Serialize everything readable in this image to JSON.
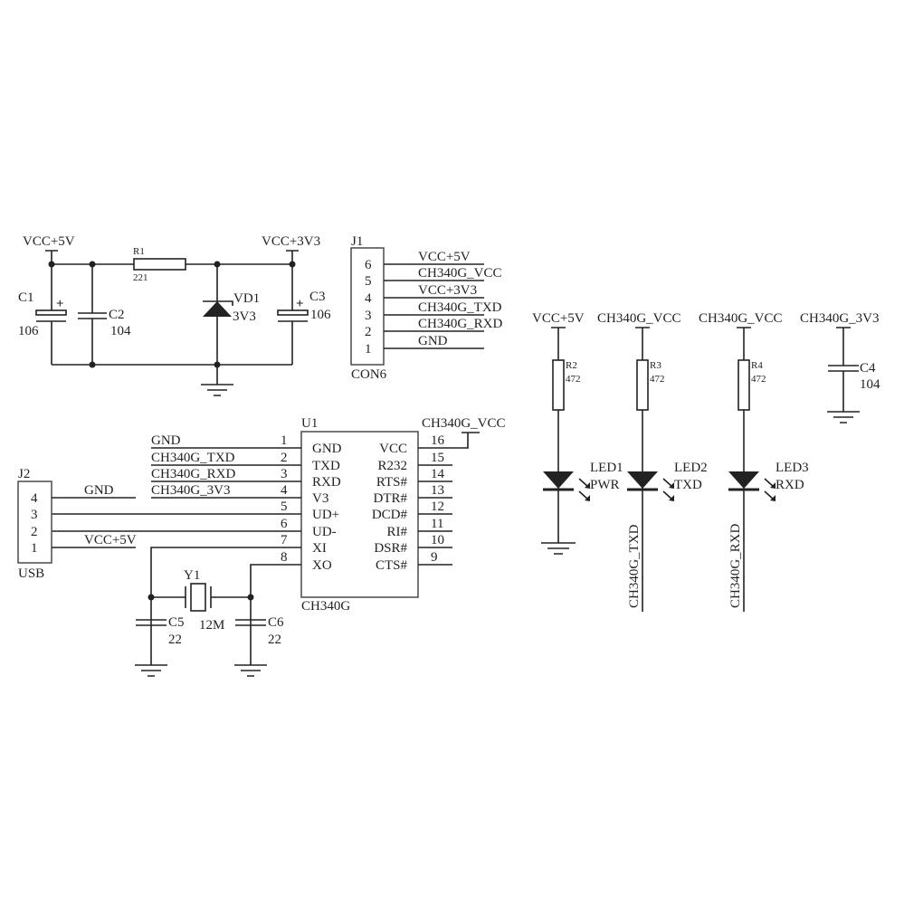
{
  "power": {
    "vcc5v": "VCC+5V",
    "vcc3v3": "VCC+3V3",
    "r1": {
      "ref": "R1",
      "value": "221"
    },
    "c1": {
      "ref": "C1",
      "value": "106"
    },
    "c2": {
      "ref": "C2",
      "value": "104"
    },
    "c3": {
      "ref": "C3",
      "value": "106"
    },
    "vd1": {
      "ref": "VD1",
      "value": "3V3"
    },
    "plus": "+"
  },
  "j1": {
    "ref": "J1",
    "type": "CON6",
    "pins": [
      {
        "num": "6",
        "net": "VCC+5V"
      },
      {
        "num": "5",
        "net": "CH340G_VCC"
      },
      {
        "num": "4",
        "net": "VCC+3V3"
      },
      {
        "num": "3",
        "net": "CH340G_TXD"
      },
      {
        "num": "2",
        "net": "CH340G_RXD"
      },
      {
        "num": "1",
        "net": "GND"
      }
    ]
  },
  "u1": {
    "ref": "U1",
    "part": "CH340G",
    "vcc_net": "CH340G_VCC",
    "left_pins": [
      {
        "num": "1",
        "name": "GND",
        "net": "GND"
      },
      {
        "num": "2",
        "name": "TXD",
        "net": "CH340G_TXD"
      },
      {
        "num": "3",
        "name": "RXD",
        "net": "CH340G_RXD"
      },
      {
        "num": "4",
        "name": "V3",
        "net": "CH340G_3V3"
      },
      {
        "num": "5",
        "name": "UD+"
      },
      {
        "num": "6",
        "name": "UD-"
      },
      {
        "num": "7",
        "name": "XI"
      },
      {
        "num": "8",
        "name": "XO"
      }
    ],
    "right_pins": [
      {
        "num": "16",
        "name": "VCC"
      },
      {
        "num": "15",
        "name": "R232"
      },
      {
        "num": "14",
        "name": "RTS#"
      },
      {
        "num": "13",
        "name": "DTR#"
      },
      {
        "num": "12",
        "name": "DCD#"
      },
      {
        "num": "11",
        "name": "RI#"
      },
      {
        "num": "10",
        "name": "DSR#"
      },
      {
        "num": "9",
        "name": "CTS#"
      }
    ]
  },
  "j2": {
    "ref": "J2",
    "type": "USB",
    "pins": [
      {
        "num": "4",
        "net": "GND"
      },
      {
        "num": "3",
        "net": ""
      },
      {
        "num": "2",
        "net": ""
      },
      {
        "num": "1",
        "net": "VCC+5V"
      }
    ]
  },
  "crystal": {
    "y1": {
      "ref": "Y1",
      "value": "12M"
    },
    "c5": {
      "ref": "C5",
      "value": "22"
    },
    "c6": {
      "ref": "C6",
      "value": "22"
    }
  },
  "leds": [
    {
      "supply": "VCC+5V",
      "res_ref": "R2",
      "res_val": "472",
      "led_ref": "LED1",
      "led_label": "PWR",
      "bottom": "GND"
    },
    {
      "supply": "CH340G_VCC",
      "res_ref": "R3",
      "res_val": "472",
      "led_ref": "LED2",
      "led_label": "TXD",
      "bottom": "CH340G_TXD"
    },
    {
      "supply": "CH340G_VCC",
      "res_ref": "R4",
      "res_val": "472",
      "led_ref": "LED3",
      "led_label": "RXD",
      "bottom": "CH340G_RXD"
    }
  ],
  "c4": {
    "supply": "CH340G_3V3",
    "ref": "C4",
    "value": "104"
  }
}
